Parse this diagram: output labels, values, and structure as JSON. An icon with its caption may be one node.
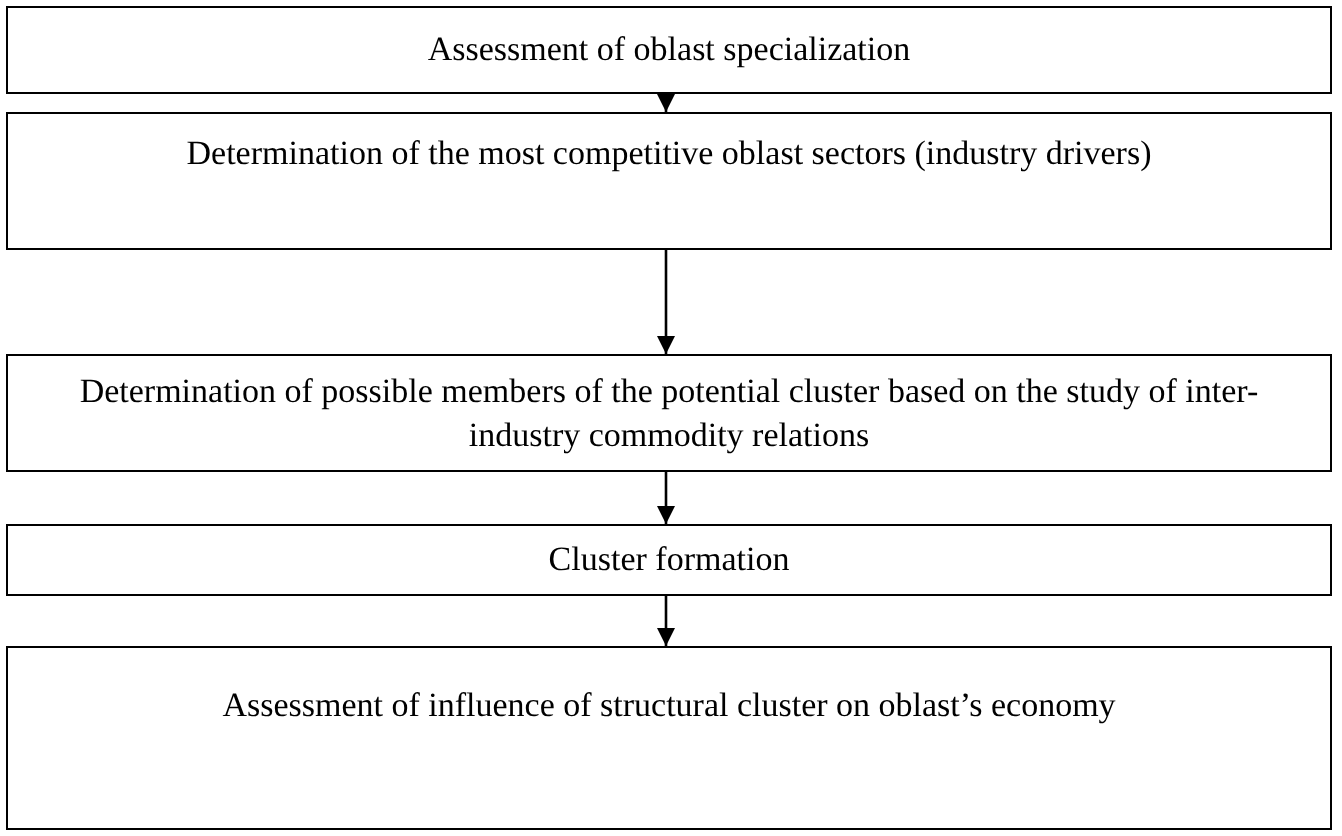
{
  "diagram": {
    "nodes": [
      {
        "text": [
          "Assessment of oblast specialization"
        ]
      },
      {
        "text": [
          "Determination of the most competitive oblast sectors (industry drivers)"
        ]
      },
      {
        "text": [
          "Determination of possible members of the potential cluster based on the study of inter-industry commodity relations"
        ]
      },
      {
        "text": [
          "Cluster formation"
        ]
      },
      {
        "text": [
          "Assessment of influence of structural cluster on oblast’s economy"
        ]
      }
    ],
    "edges": [
      {
        "from": 0,
        "to": 1,
        "arrow": "to"
      },
      {
        "from": 1,
        "to": 2,
        "arrow": "to"
      },
      {
        "from": 2,
        "to": 3,
        "arrow": "to"
      },
      {
        "from": 3,
        "to": 4,
        "arrow": "to"
      }
    ]
  }
}
